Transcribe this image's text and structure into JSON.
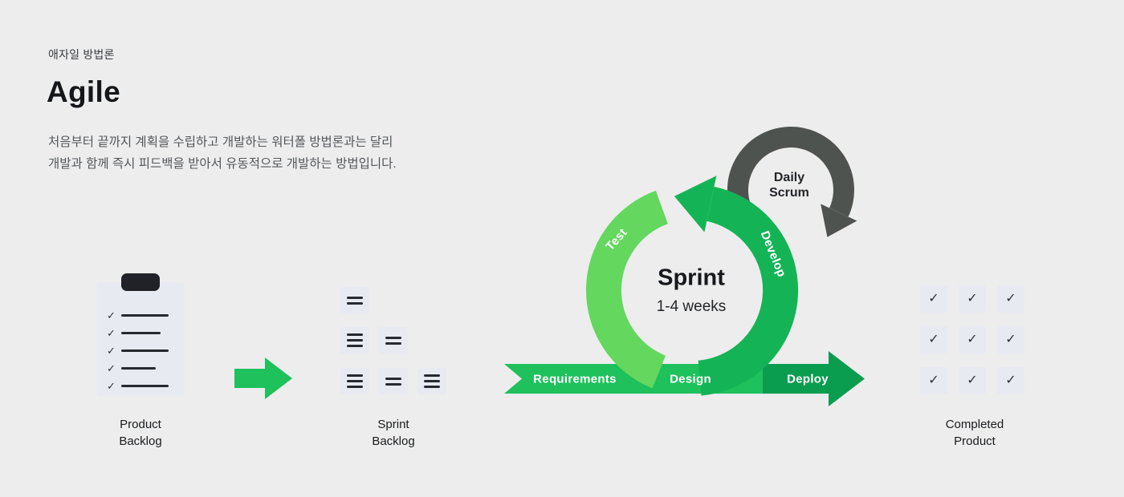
{
  "colors": {
    "background": "#ededed",
    "green_primary": "#1ec15c",
    "green_light": "#64d75e",
    "green_arc": "#14b456",
    "green_deploy": "#0b9d4f",
    "gray_dark": "#4f5350",
    "card": "#e8eaf1",
    "ink": "#1b1d20",
    "label_white": "#ffffff"
  },
  "icons": {
    "checkmark": "✓"
  },
  "header": {
    "eyebrow": "애자일 방법론",
    "title": "Agile",
    "description": "처음부터 끝까지 계획을 수립하고 개발하는 워터폴 방법론과는 달리\n개발과 함께 즉시 피드백을 받아서 유동적으로 개발하는 방법입니다."
  },
  "flow": {
    "product_backlog": "Product\nBacklog",
    "sprint_backlog": "Sprint\nBacklog",
    "completed_product": "Completed\nProduct",
    "requirements": "Requirements",
    "design": "Design",
    "deploy": "Deploy"
  },
  "cycle": {
    "sprint_title": "Sprint",
    "sprint_duration": "1-4 weeks",
    "test": "Test",
    "develop": "Develop",
    "daily_scrum": "Daily\nScrum"
  }
}
